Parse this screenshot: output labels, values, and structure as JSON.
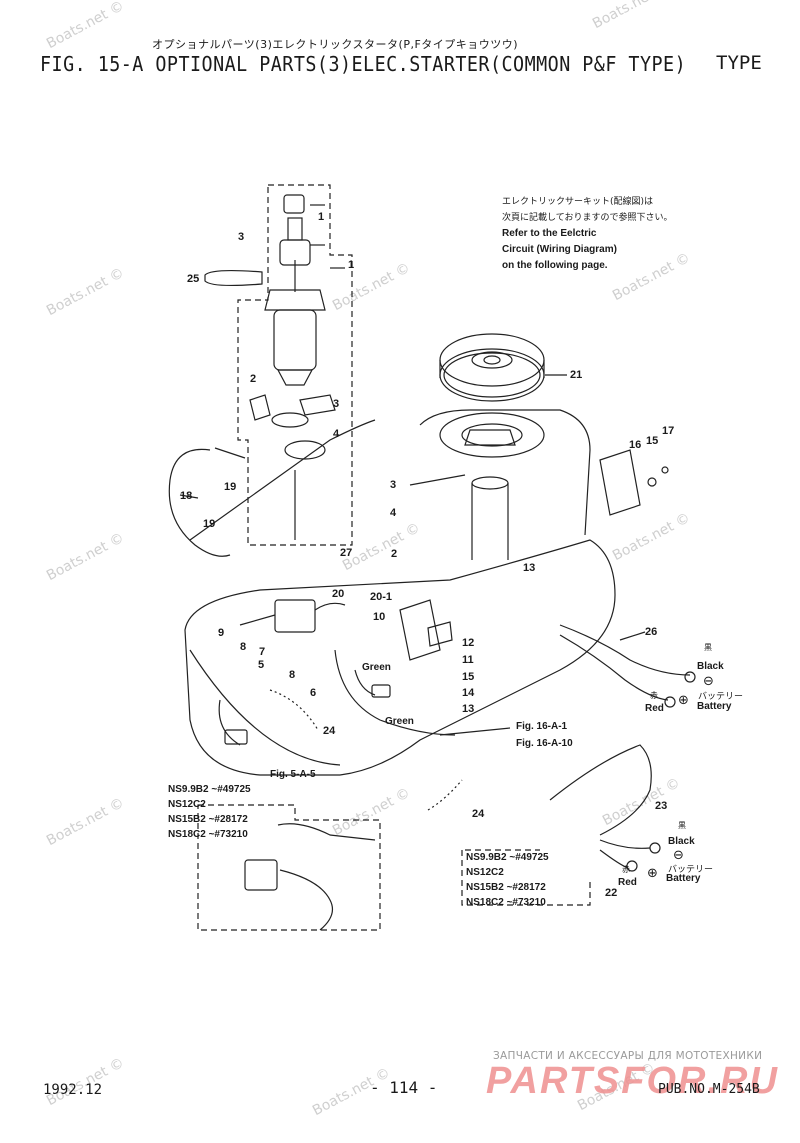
{
  "header": {
    "jp_title": "オプショナルパーツ(3)エレクトリックスタータ(P,Fタイプキョウツウ)",
    "main_title": "FIG. 15-A OPTIONAL PARTS(3)ELEC.STARTER(COMMON P&F TYPE)",
    "type_label": "TYPE"
  },
  "watermark": {
    "text": "Boats.net ©"
  },
  "note": {
    "jp_line1": "エレクトリックサーキット(配線図)は",
    "jp_line2": "次頁に記載しておりますので参照下さい。",
    "en_line1": "Refer to the Eelctric",
    "en_line2": "Circuit (Wiring Diagram)",
    "en_line3": "on the following page."
  },
  "callouts": [
    "1",
    "1",
    "2",
    "2",
    "3",
    "3",
    "3",
    "4",
    "4",
    "5",
    "6",
    "7",
    "8",
    "8",
    "9",
    "10",
    "11",
    "12",
    "13",
    "13",
    "14",
    "15",
    "15",
    "16",
    "17",
    "18",
    "19",
    "19",
    "20",
    "20-1",
    "21",
    "22",
    "23",
    "24",
    "24",
    "25",
    "26",
    "27"
  ],
  "wire_labels": {
    "green_1": "Green",
    "green_2": "Green"
  },
  "battery_main": {
    "black_jp": "黒",
    "black": "Black",
    "red_jp": "赤",
    "red": "Red",
    "battery_jp": "バッテリー",
    "battery": "Battery",
    "minus": "⊖",
    "plus": "⊕"
  },
  "battery_inset": {
    "black_jp": "黒",
    "black": "Black",
    "red_jp": "赤",
    "red": "Red",
    "battery_jp": "バッテリー",
    "battery": "Battery",
    "minus": "⊖",
    "plus": "⊕"
  },
  "refs": {
    "fig16_1": "Fig. 16-A-1",
    "fig16_10": "Fig. 16-A-10",
    "fig5": "Fig. 5-A-5"
  },
  "models_left": [
    "NS9.9B2  ~#49725",
    "NS12C2",
    "NS15B2  ~#28172",
    "NS18C2  ~#73210"
  ],
  "models_right": [
    "NS9.9B2  ~#49725",
    "NS12C2",
    "NS15B2  ~#28172",
    "NS18C2  ~#73210"
  ],
  "footer": {
    "date": "1992.12",
    "page": "- 114 -",
    "pub": "PUB.NO.M-254B",
    "ru_banner": "ЗАПЧАСТИ И АКСЕССУАРЫ ДЛЯ МОТОТЕХНИКИ",
    "brand": "PARTSFOR.RU"
  }
}
